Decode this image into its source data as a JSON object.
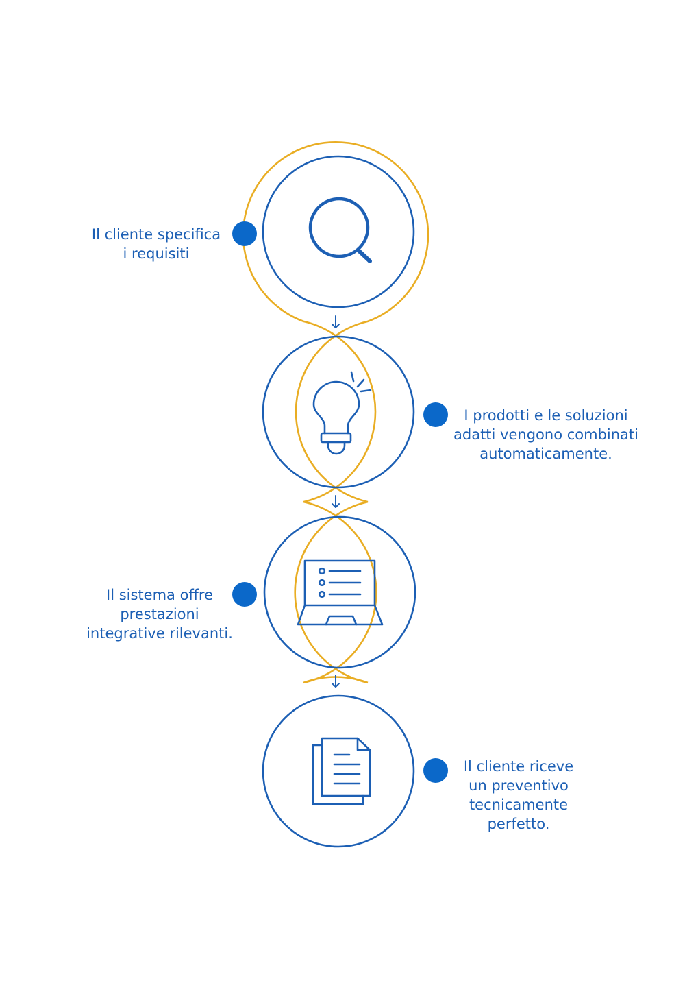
{
  "colors": {
    "outline_gold": "#e9ad23",
    "circle_blue": "#1c5fb4",
    "dot_blue": "#0b68c9",
    "text_blue": "#1c5fb4"
  },
  "steps": [
    {
      "icon": "magnifier-icon",
      "side": "left",
      "lines": [
        "Il cliente specifica",
        "i requisiti"
      ]
    },
    {
      "icon": "lightbulb-icon",
      "side": "right",
      "lines": [
        "I prodotti e le soluzioni",
        "adatti vengono combinati",
        "automaticamente."
      ]
    },
    {
      "icon": "laptop-icon",
      "side": "left",
      "lines": [
        "Il sistema offre",
        "prestazioni",
        "integrative rilevanti."
      ]
    },
    {
      "icon": "document-icon",
      "side": "right",
      "lines": [
        "Il cliente riceve",
        "un preventivo",
        "tecnicamente",
        "perfetto."
      ]
    }
  ],
  "connector_icon": "arrow-down-icon"
}
